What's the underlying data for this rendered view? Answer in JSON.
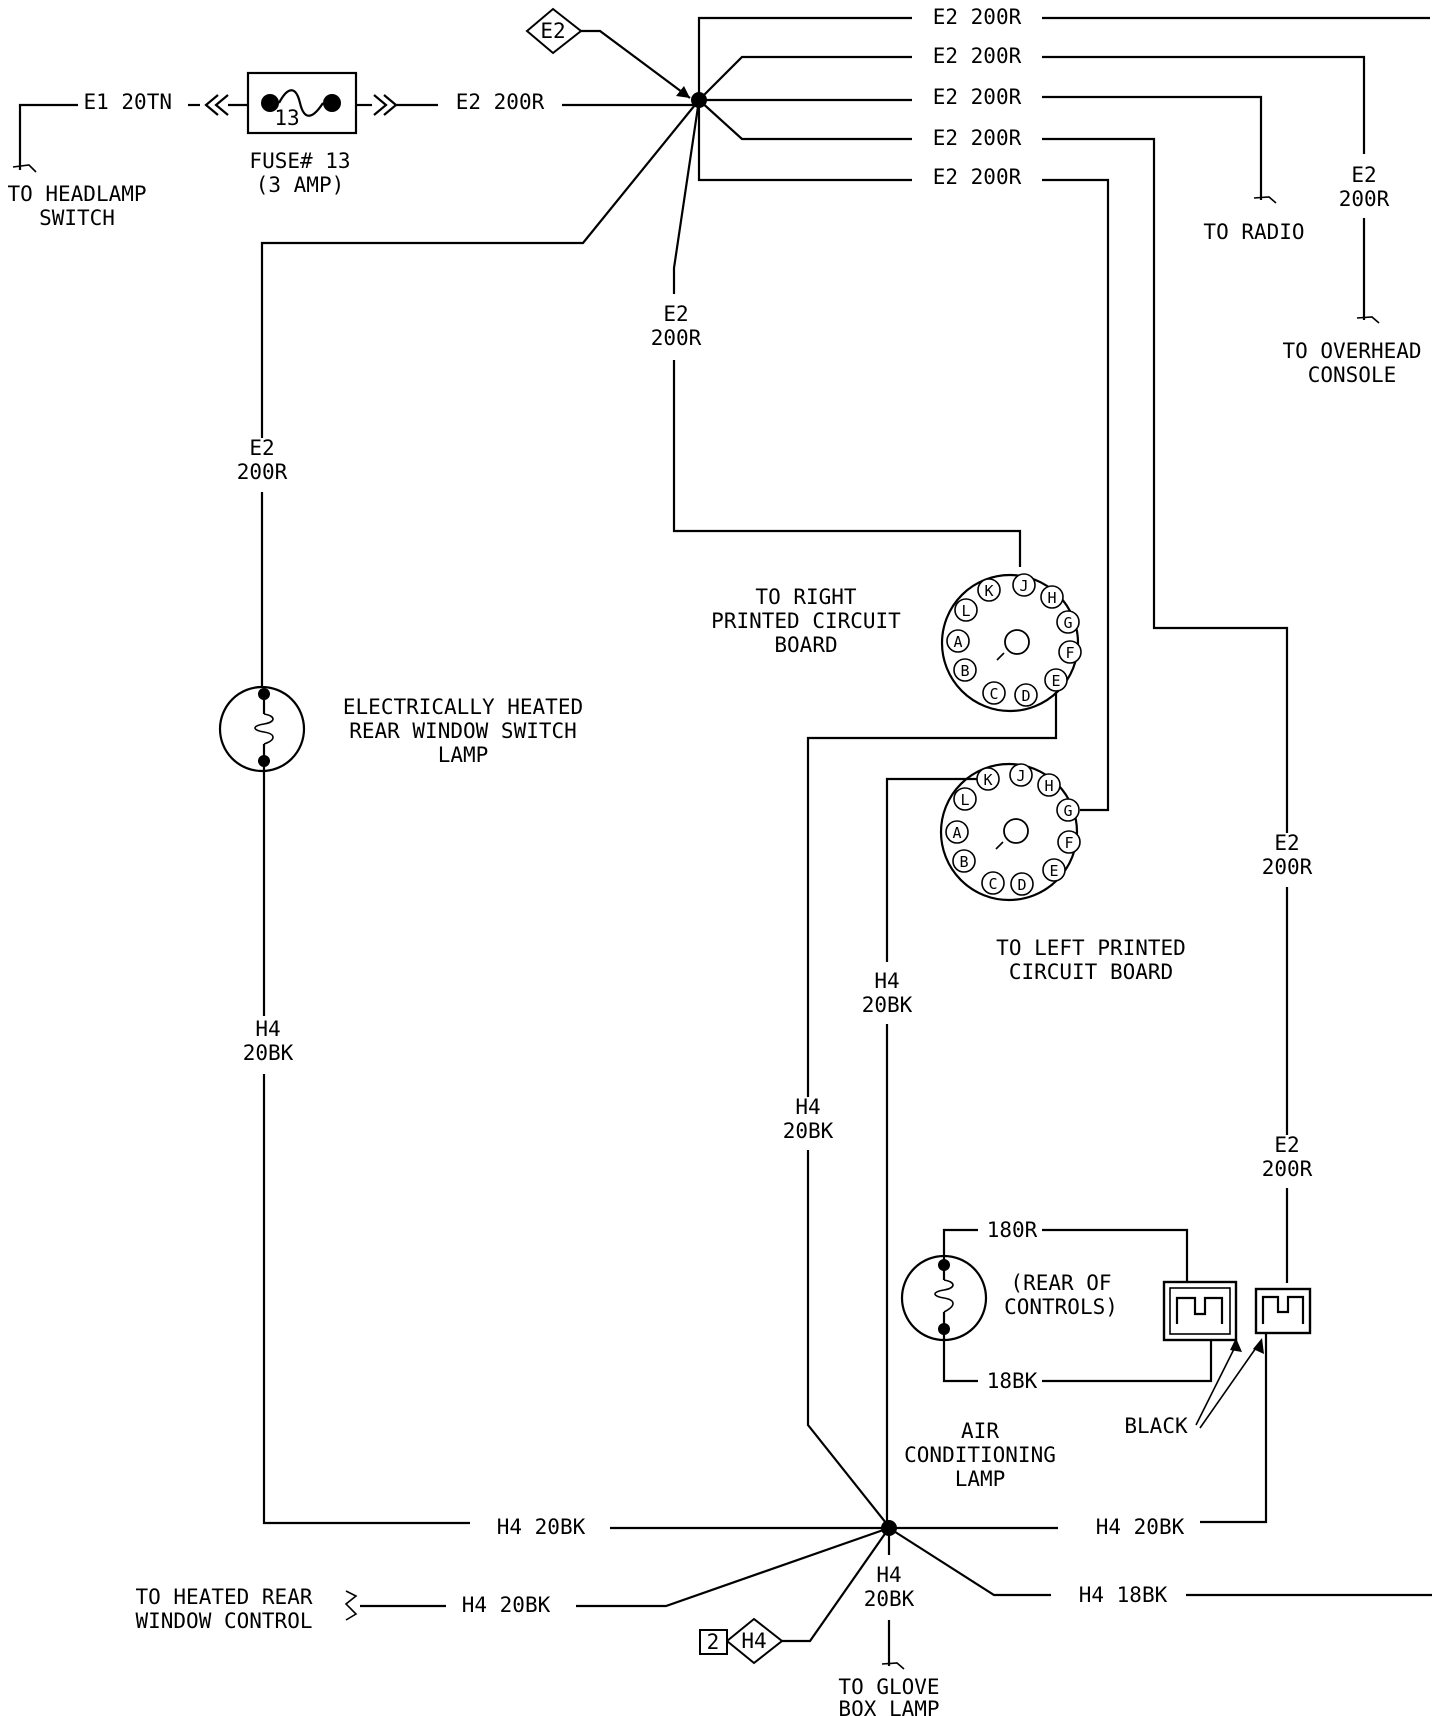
{
  "fuse": {
    "number": "13",
    "label": "FUSE# 13",
    "rating": "(3 AMP)"
  },
  "connectors": {
    "e2": "E2",
    "h4": "H4",
    "h4_prefix": "2"
  },
  "wires": {
    "e1_20tn": "E1 20TN",
    "e2_200r": "E2 200R",
    "e2": "E2",
    "code_200r": "200R",
    "h4_20bk": "H4 20BK",
    "h4": "H4",
    "code_20bk": "20BK",
    "h4_18bk": "H4 18BK",
    "w_180r": "180R",
    "w_18bk": "18BK"
  },
  "labels": {
    "to_headlamp_1": "TO HEADLAMP",
    "to_headlamp_2": "SWITCH",
    "to_radio": "TO RADIO",
    "to_overhead_1": "TO OVERHEAD",
    "to_overhead_2": "CONSOLE",
    "rpcb_1": "TO RIGHT",
    "rpcb_2": "PRINTED CIRCUIT",
    "rpcb_3": "BOARD",
    "lpcb_1": "TO LEFT PRINTED",
    "lpcb_2": "CIRCUIT BOARD",
    "heated_lamp_1": "ELECTRICALLY HEATED",
    "heated_lamp_2": "REAR WINDOW SWITCH",
    "heated_lamp_3": "LAMP",
    "rear_controls_1": "(REAR OF",
    "rear_controls_2": "CONTROLS)",
    "black": "BLACK",
    "ac_lamp_1": "AIR",
    "ac_lamp_2": "CONDITIONING",
    "ac_lamp_3": "LAMP",
    "to_heated_rear_1": "TO HEATED REAR",
    "to_heated_rear_2": "WINDOW CONTROL",
    "to_glove_1": "TO GLOVE",
    "to_glove_2": "BOX LAMP"
  },
  "pins": {
    "A": "A",
    "B": "B",
    "C": "C",
    "D": "D",
    "E": "E",
    "F": "F",
    "G": "G",
    "H": "H",
    "J": "J",
    "K": "K",
    "L": "L"
  }
}
